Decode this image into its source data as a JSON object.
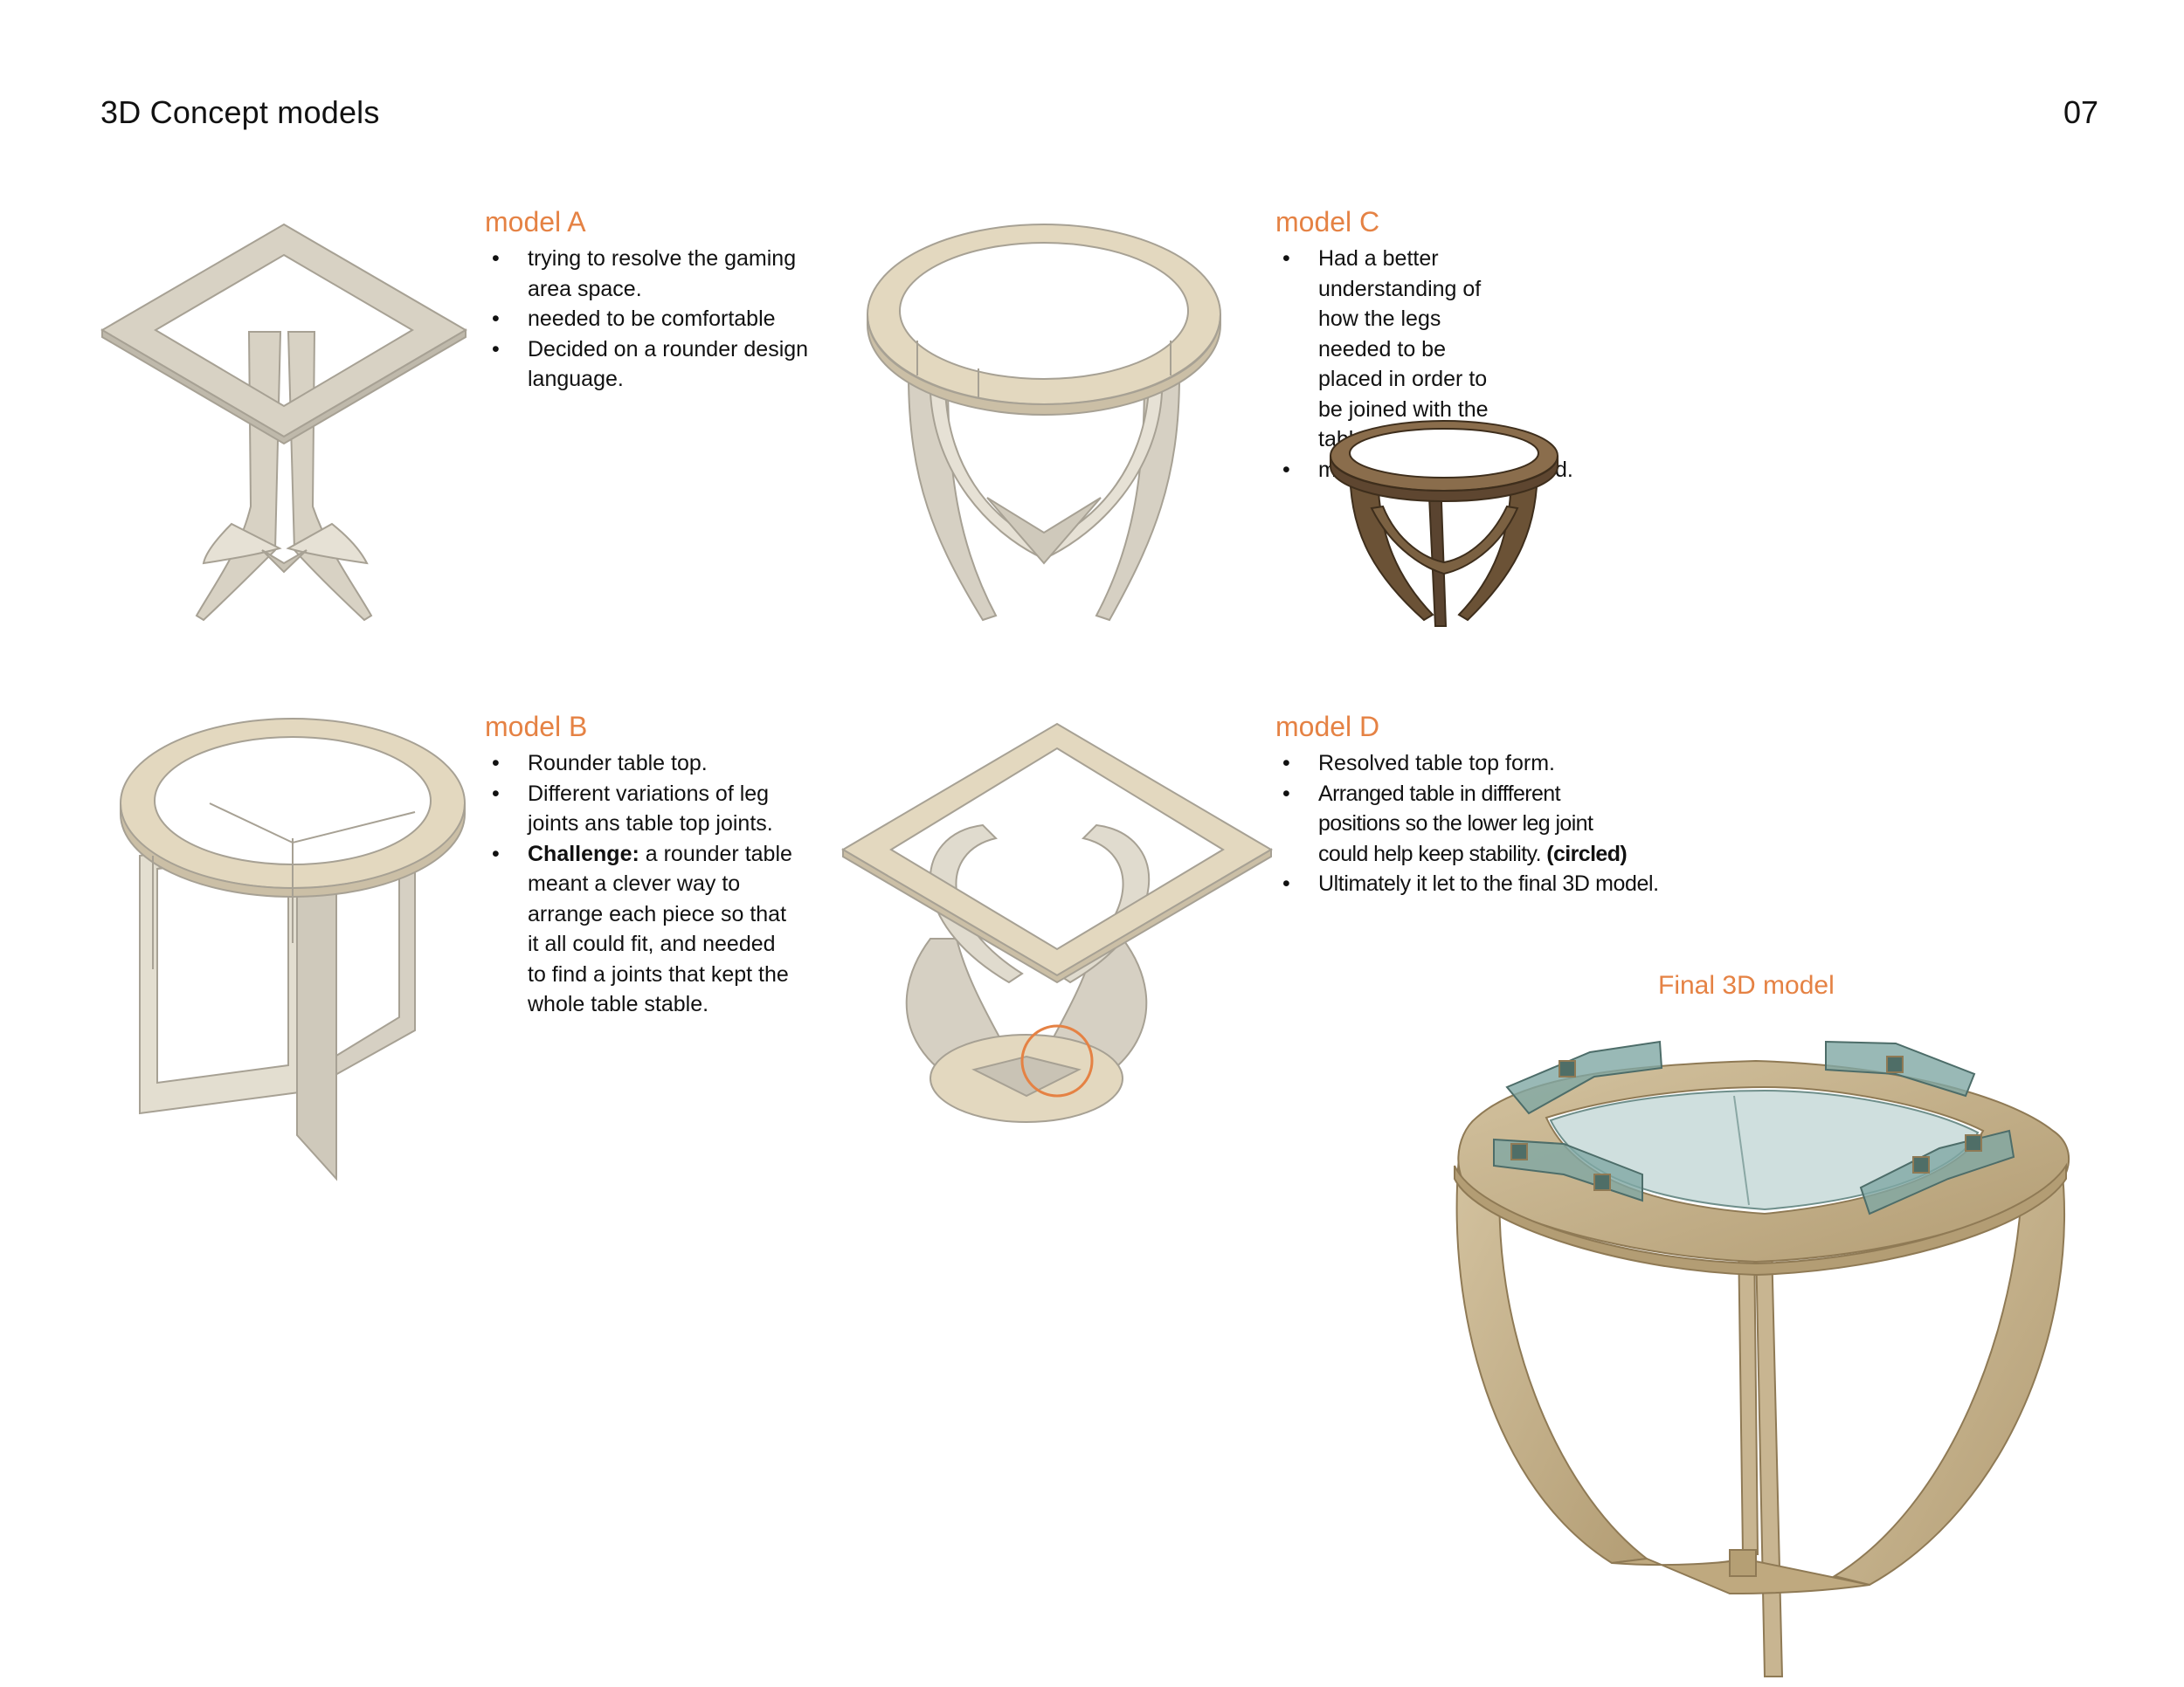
{
  "page": {
    "title": "3D Concept models",
    "number": "07"
  },
  "colors": {
    "accent": "#E58244",
    "frame": "#d8d2c4",
    "frame_edge": "#a7a194",
    "wood": "#c8b591",
    "wood_dark": "#8f7a55",
    "glass": "#7fa8a4",
    "cardboard": "#6b5236"
  },
  "models": {
    "a": {
      "title": "model A",
      "bullets": [
        "trying to resolve the gaming area space.",
        "needed to be comfortable",
        "Decided on a rounder design language."
      ]
    },
    "b": {
      "title": "model B",
      "bullets": [
        "Rounder table top.",
        "Different variations of leg joints ans table top joints."
      ],
      "challenge_label": "Challenge:",
      "challenge_text": " a rounder table meant a clever way to arrange each piece so that  it  all could fit, and needed to find a joints that kept the whole table stable."
    },
    "c": {
      "title": "model C",
      "bullets": [
        "Had a better understanding of how the legs needed to be placed in order to be joined with the table top.",
        "modeled out of cardboard."
      ]
    },
    "d": {
      "title": "model D",
      "bullets": [
        "Resolved table top form.",
        "Ultimately it let to the final 3D model."
      ],
      "bullet2_text": "Arranged table in diffferent positions so the lower leg joint could help keep stability. ",
      "bullet2_bold": "(circled)"
    }
  },
  "final": {
    "label": "Final 3D model"
  }
}
